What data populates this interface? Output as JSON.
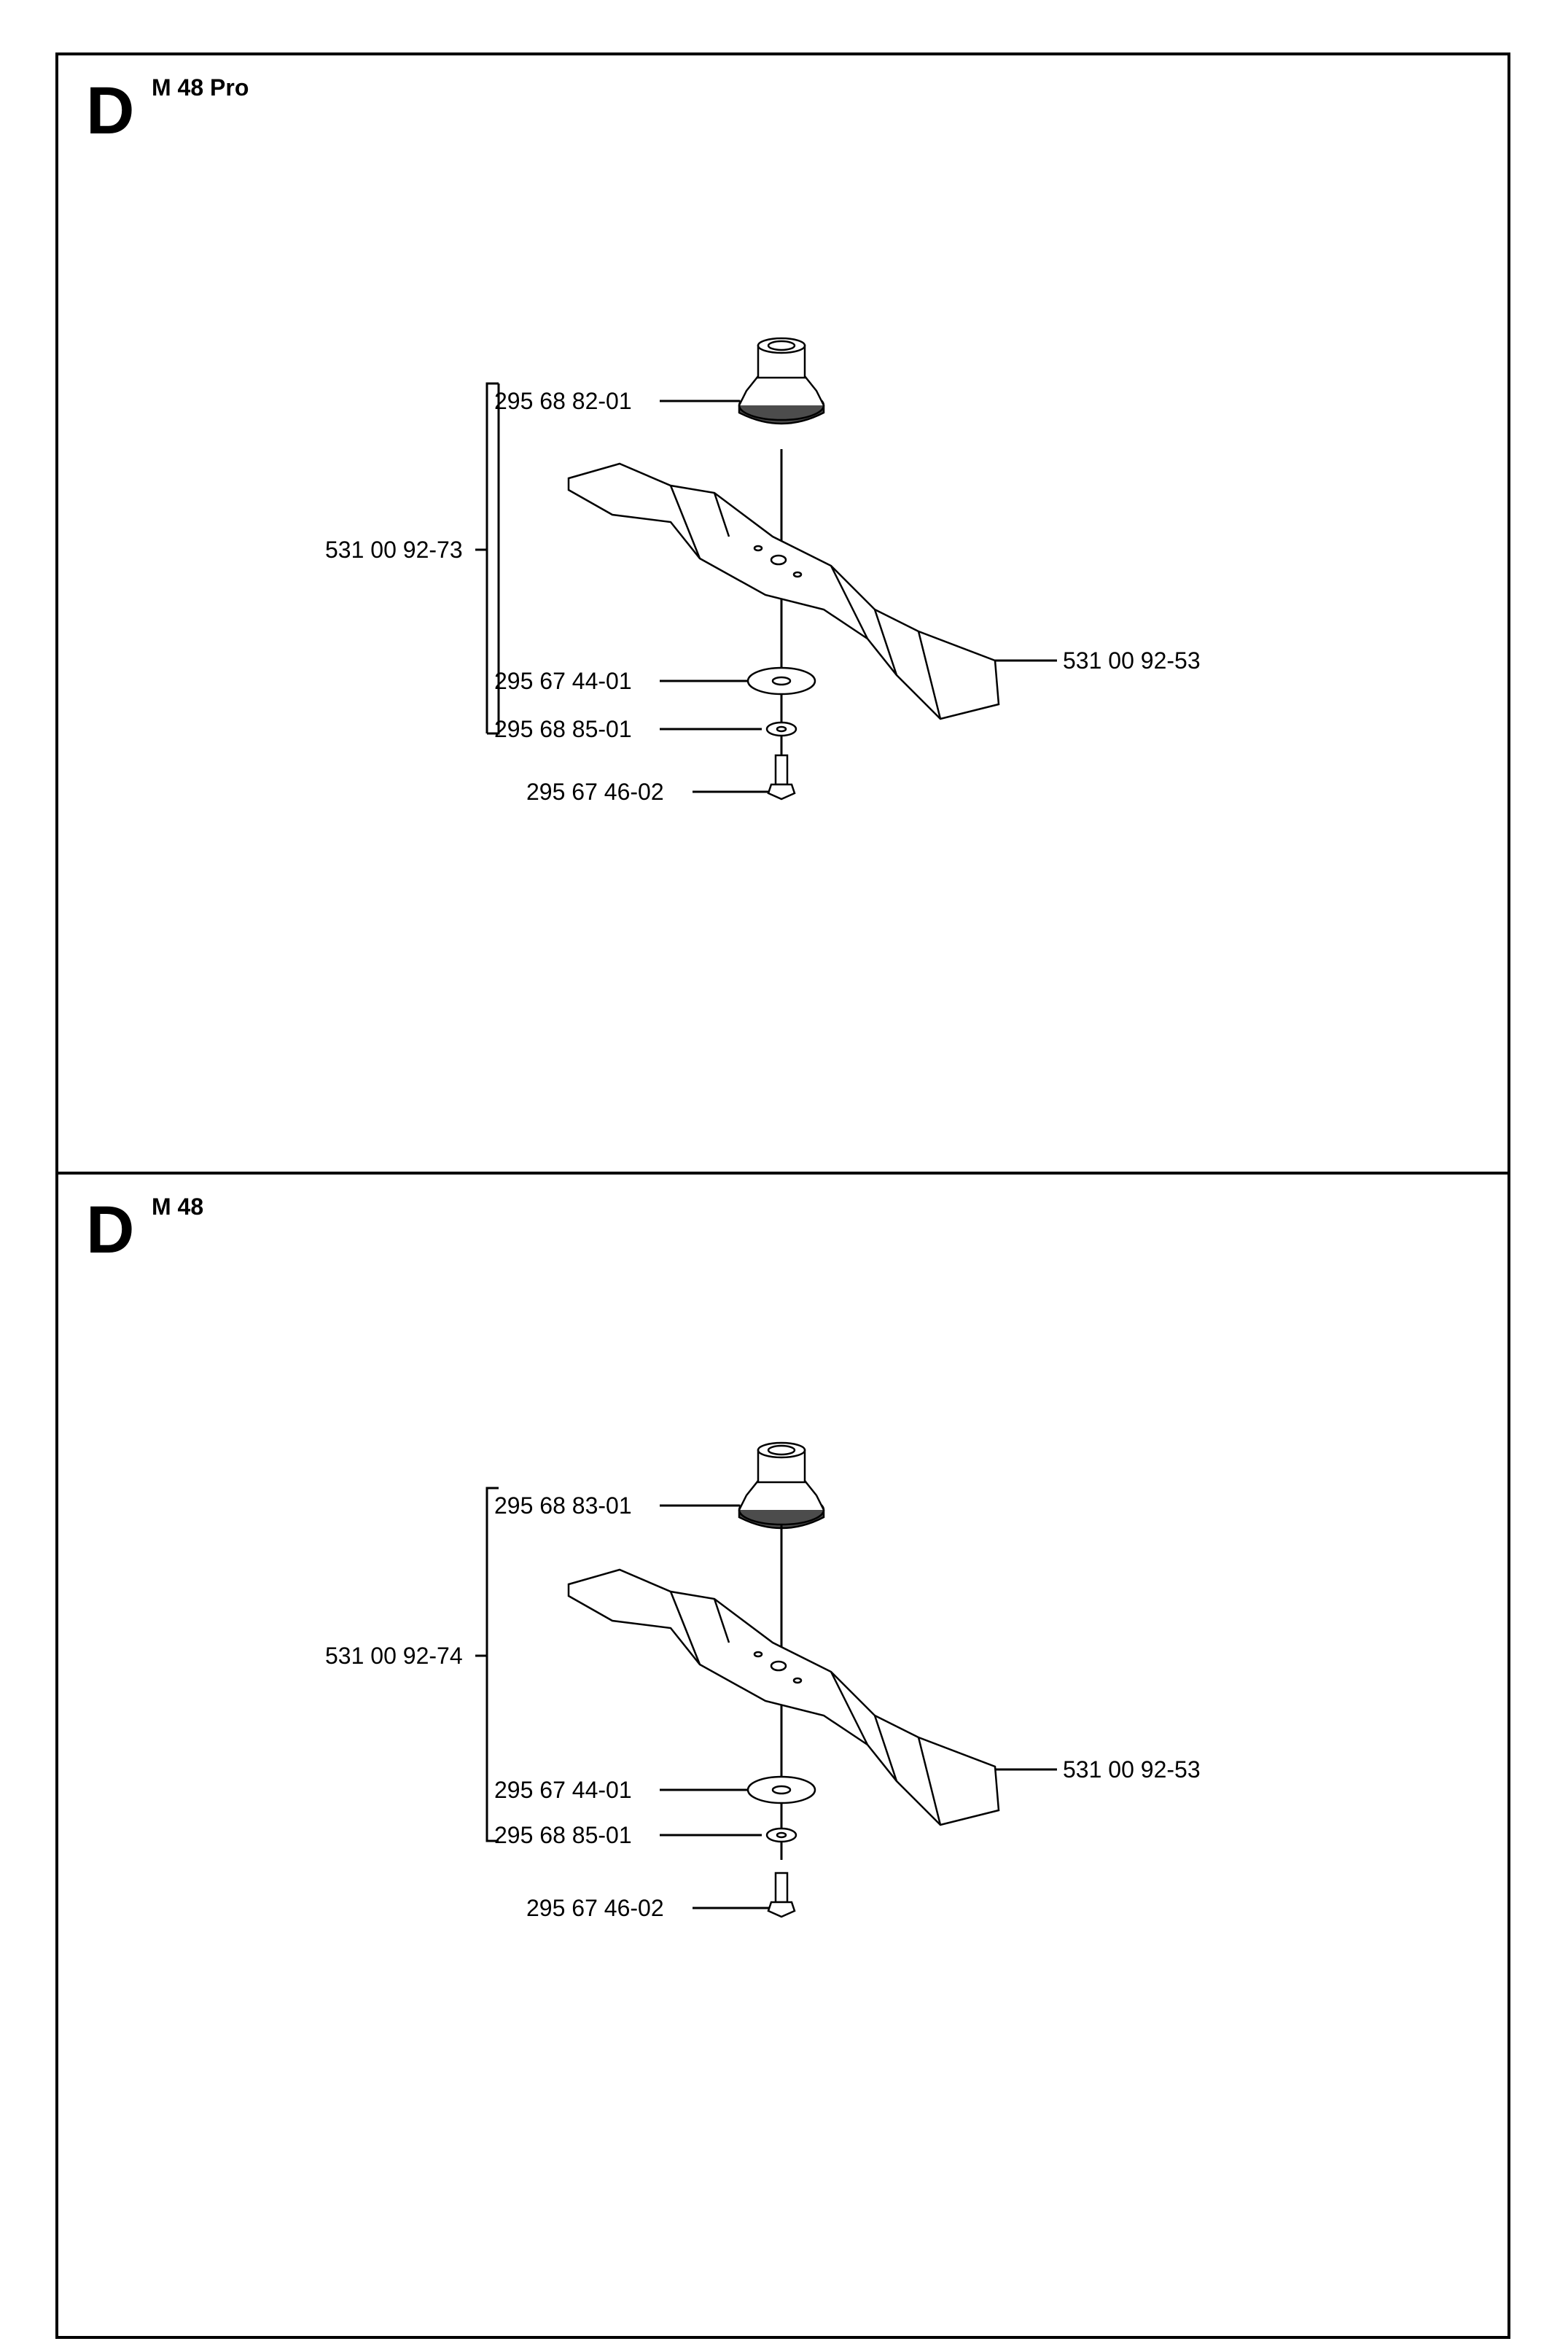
{
  "sections": [
    {
      "letter": "D",
      "model": "M 48 Pro",
      "parts": {
        "hub": "295 68 82-01",
        "assembly": "531 00 92-73",
        "washer_large": "295 67 44-01",
        "washer_small": "295 68 85-01",
        "bolt": "295 67 46-02",
        "blade": "531 00 92-53"
      }
    },
    {
      "letter": "D",
      "model": "M 48",
      "parts": {
        "hub": "295 68 83-01",
        "assembly": "531 00 92-74",
        "washer_large": "295 67 44-01",
        "washer_small": "295 68 85-01",
        "bolt": "295 67 46-02",
        "blade": "531 00 92-53"
      }
    }
  ]
}
